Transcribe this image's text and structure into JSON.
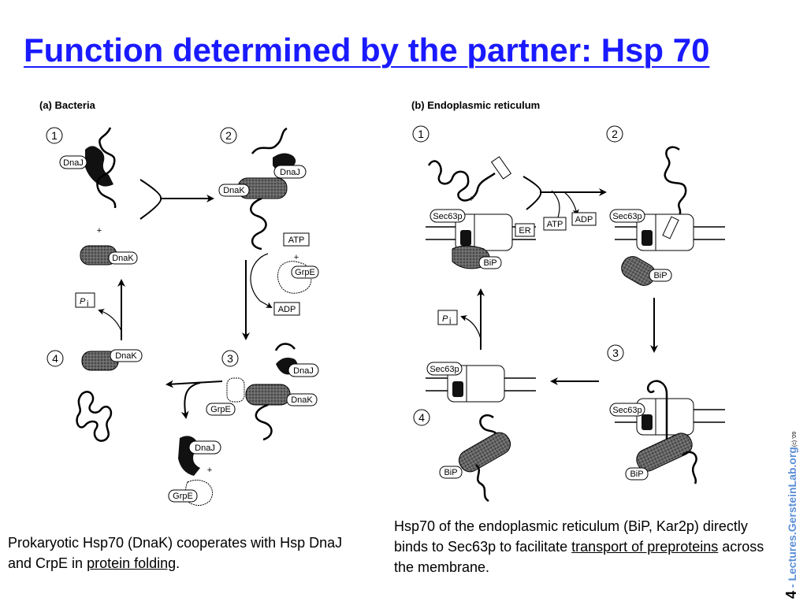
{
  "title": "Function determined by the partner: Hsp 70",
  "panel_a": {
    "heading": "(a) Bacteria",
    "steps": [
      "1",
      "2",
      "3",
      "4"
    ],
    "labels": {
      "dnaj": "DnaJ",
      "dnak": "DnaK",
      "atp": "ATP",
      "adp": "ADP",
      "grpe": "GrpE",
      "pi": "P",
      "pi_sub": "i",
      "plus": "+"
    }
  },
  "panel_b": {
    "heading": "(b) Endoplasmic reticulum",
    "steps": [
      "1",
      "2",
      "3",
      "4"
    ],
    "labels": {
      "sec63p": "Sec63p",
      "bip": "BiP",
      "er": "ER",
      "atp": "ATP",
      "adp": "ADP",
      "pi": "P",
      "pi_sub": "i",
      "plus": "+"
    }
  },
  "captions": {
    "left_before": "Prokaryotic Hsp70 (DnaK) cooperates with Hsp DnaJ and CrpE in ",
    "left_link": "protein folding",
    "left_after": ".",
    "right_before": "Hsp70 of the endoplasmic reticulum (BiP, Kar2p) directly binds to Sec63p to facilitate ",
    "right_link": "transport of preproteins",
    "right_after": " across the membrane."
  },
  "footer": {
    "page_number": "4",
    "separator": " - ",
    "site": "Lectures.GersteinLab.org",
    "copyright": "(c) '09"
  },
  "colors": {
    "title": "#1a1aff",
    "footer_site": "#5b8fd8",
    "protein_dark": "#555555",
    "protein_black": "#111111"
  }
}
